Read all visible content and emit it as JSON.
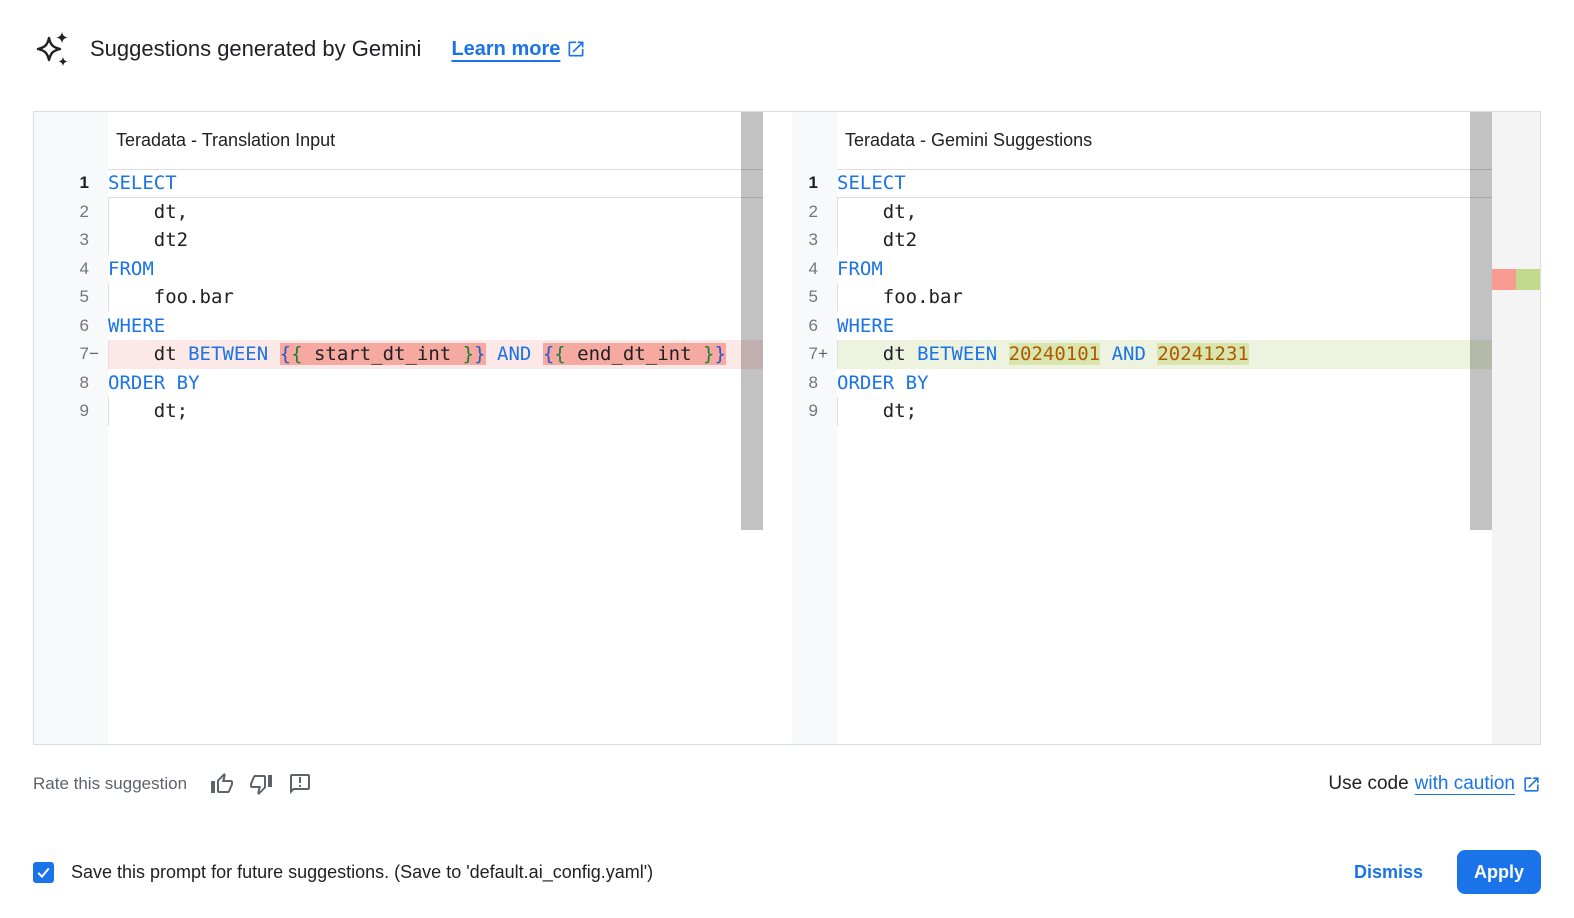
{
  "header": {
    "title": "Suggestions generated by Gemini",
    "learn_more_label": "Learn more"
  },
  "panels": {
    "left": {
      "title": "Teradata - Translation Input",
      "lines": [
        {
          "n": "1",
          "m": "",
          "hl": "active",
          "tokens": [
            [
              "SELECT",
              "kw",
              0
            ]
          ]
        },
        {
          "n": "2",
          "m": "",
          "hl": "",
          "tokens": [
            [
              "    dt,",
              "t",
              0
            ]
          ]
        },
        {
          "n": "3",
          "m": "",
          "hl": "",
          "tokens": [
            [
              "    dt2",
              "t",
              0
            ]
          ]
        },
        {
          "n": "4",
          "m": "",
          "hl": "",
          "tokens": [
            [
              "FROM",
              "kw",
              0
            ]
          ]
        },
        {
          "n": "5",
          "m": "",
          "hl": "",
          "tokens": [
            [
              "    foo.bar",
              "t",
              0
            ]
          ]
        },
        {
          "n": "6",
          "m": "",
          "hl": "",
          "tokens": [
            [
              "WHERE",
              "kw",
              0
            ]
          ]
        },
        {
          "n": "7",
          "m": "−",
          "hl": "removed",
          "tokens": [
            [
              "    dt ",
              "t",
              0
            ],
            [
              "BETWEEN",
              "kw",
              0
            ],
            [
              " ",
              "t",
              0
            ],
            [
              "{",
              "bb",
              1
            ],
            [
              "{",
              "gb",
              1
            ],
            [
              " start_dt_int ",
              "t",
              1
            ],
            [
              "}",
              "gb",
              1
            ],
            [
              "}",
              "bb",
              1
            ],
            [
              " ",
              "t",
              0
            ],
            [
              "AND",
              "kw",
              0
            ],
            [
              " ",
              "t",
              0
            ],
            [
              "{",
              "bb",
              1
            ],
            [
              "{",
              "gb",
              1
            ],
            [
              " end_dt_int ",
              "t",
              1
            ],
            [
              "}",
              "gb",
              1
            ],
            [
              "}",
              "bb",
              1
            ]
          ]
        },
        {
          "n": "8",
          "m": "",
          "hl": "",
          "tokens": [
            [
              "ORDER BY",
              "kw",
              0
            ]
          ]
        },
        {
          "n": "9",
          "m": "",
          "hl": "",
          "tokens": [
            [
              "    dt;",
              "t",
              0
            ]
          ]
        }
      ]
    },
    "right": {
      "title": "Teradata - Gemini Suggestions",
      "lines": [
        {
          "n": "1",
          "m": "",
          "hl": "active",
          "tokens": [
            [
              "SELECT",
              "kw",
              0
            ]
          ]
        },
        {
          "n": "2",
          "m": "",
          "hl": "",
          "tokens": [
            [
              "    dt,",
              "t",
              0
            ]
          ]
        },
        {
          "n": "3",
          "m": "",
          "hl": "",
          "tokens": [
            [
              "    dt2",
              "t",
              0
            ]
          ]
        },
        {
          "n": "4",
          "m": "",
          "hl": "",
          "tokens": [
            [
              "FROM",
              "kw",
              0
            ]
          ]
        },
        {
          "n": "5",
          "m": "",
          "hl": "",
          "tokens": [
            [
              "    foo.bar",
              "t",
              0
            ]
          ]
        },
        {
          "n": "6",
          "m": "",
          "hl": "",
          "tokens": [
            [
              "WHERE",
              "kw",
              0
            ]
          ]
        },
        {
          "n": "7",
          "m": "+",
          "hl": "added",
          "tokens": [
            [
              "    dt ",
              "t",
              0
            ],
            [
              "BETWEEN",
              "kw",
              0
            ],
            [
              " ",
              "t",
              0
            ],
            [
              "20240101",
              "num",
              1
            ],
            [
              " ",
              "t",
              0
            ],
            [
              "AND",
              "kw",
              0
            ],
            [
              " ",
              "t",
              0
            ],
            [
              "20241231",
              "num",
              1
            ]
          ]
        },
        {
          "n": "8",
          "m": "",
          "hl": "",
          "tokens": [
            [
              "ORDER BY",
              "kw",
              0
            ]
          ]
        },
        {
          "n": "9",
          "m": "",
          "hl": "",
          "tokens": [
            [
              "    dt;",
              "t",
              0
            ]
          ]
        }
      ]
    }
  },
  "footer": {
    "rate_label": "Rate this suggestion",
    "use_code_prefix": "Use code",
    "use_code_link": "with caution"
  },
  "action_bar": {
    "checkbox_checked": true,
    "checkbox_label": "Save this prompt for future suggestions. (Save to 'default.ai_config.yaml')",
    "dismiss_label": "Dismiss",
    "apply_label": "Apply"
  },
  "colors": {
    "accent": "#1a73e8",
    "keyword": "#1a73e8",
    "number_literal": "#b05a00",
    "bracket_green": "#188038",
    "removed_line_bg": "#fce8e6",
    "removed_strong_bg": "#f6a9a1",
    "added_line_bg": "#eef3e0",
    "added_strong_bg": "#d9e5ae",
    "ruler_removed": "#f89b90",
    "ruler_added": "#c3da8e"
  }
}
